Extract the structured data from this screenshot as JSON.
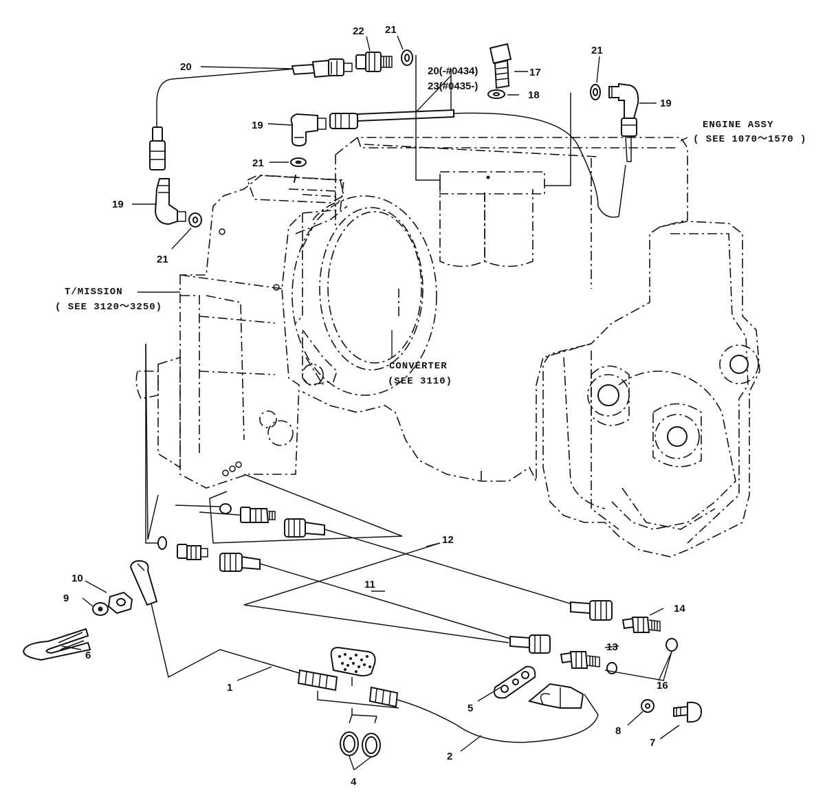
{
  "callouts": {
    "c1": "1",
    "c2": "2",
    "c4": "4",
    "c5": "5",
    "c6": "6",
    "c7": "7",
    "c8": "8",
    "c9": "9",
    "c10": "10",
    "c11": "11",
    "c12": "12",
    "c13": "13",
    "c14": "14",
    "c16": "16",
    "c17": "17",
    "c18": "18",
    "c19a": "19",
    "c19b": "19",
    "c19c": "19",
    "c20": "20",
    "c21a": "21",
    "c21b": "21",
    "c21c": "21",
    "c21d": "21",
    "c22": "22",
    "c20note": "20(-#0434)",
    "c23note": "23(#0435-)"
  },
  "labels": {
    "engine_line1": "ENGINE ASSY",
    "engine_line2": "( SEE 1070～1570 )",
    "tmission_line1": "T/MISSION",
    "tmission_line2": "( SEE 3120～3250)",
    "converter_line1": "CONVERTER",
    "converter_line2": "(SEE 3110)"
  }
}
